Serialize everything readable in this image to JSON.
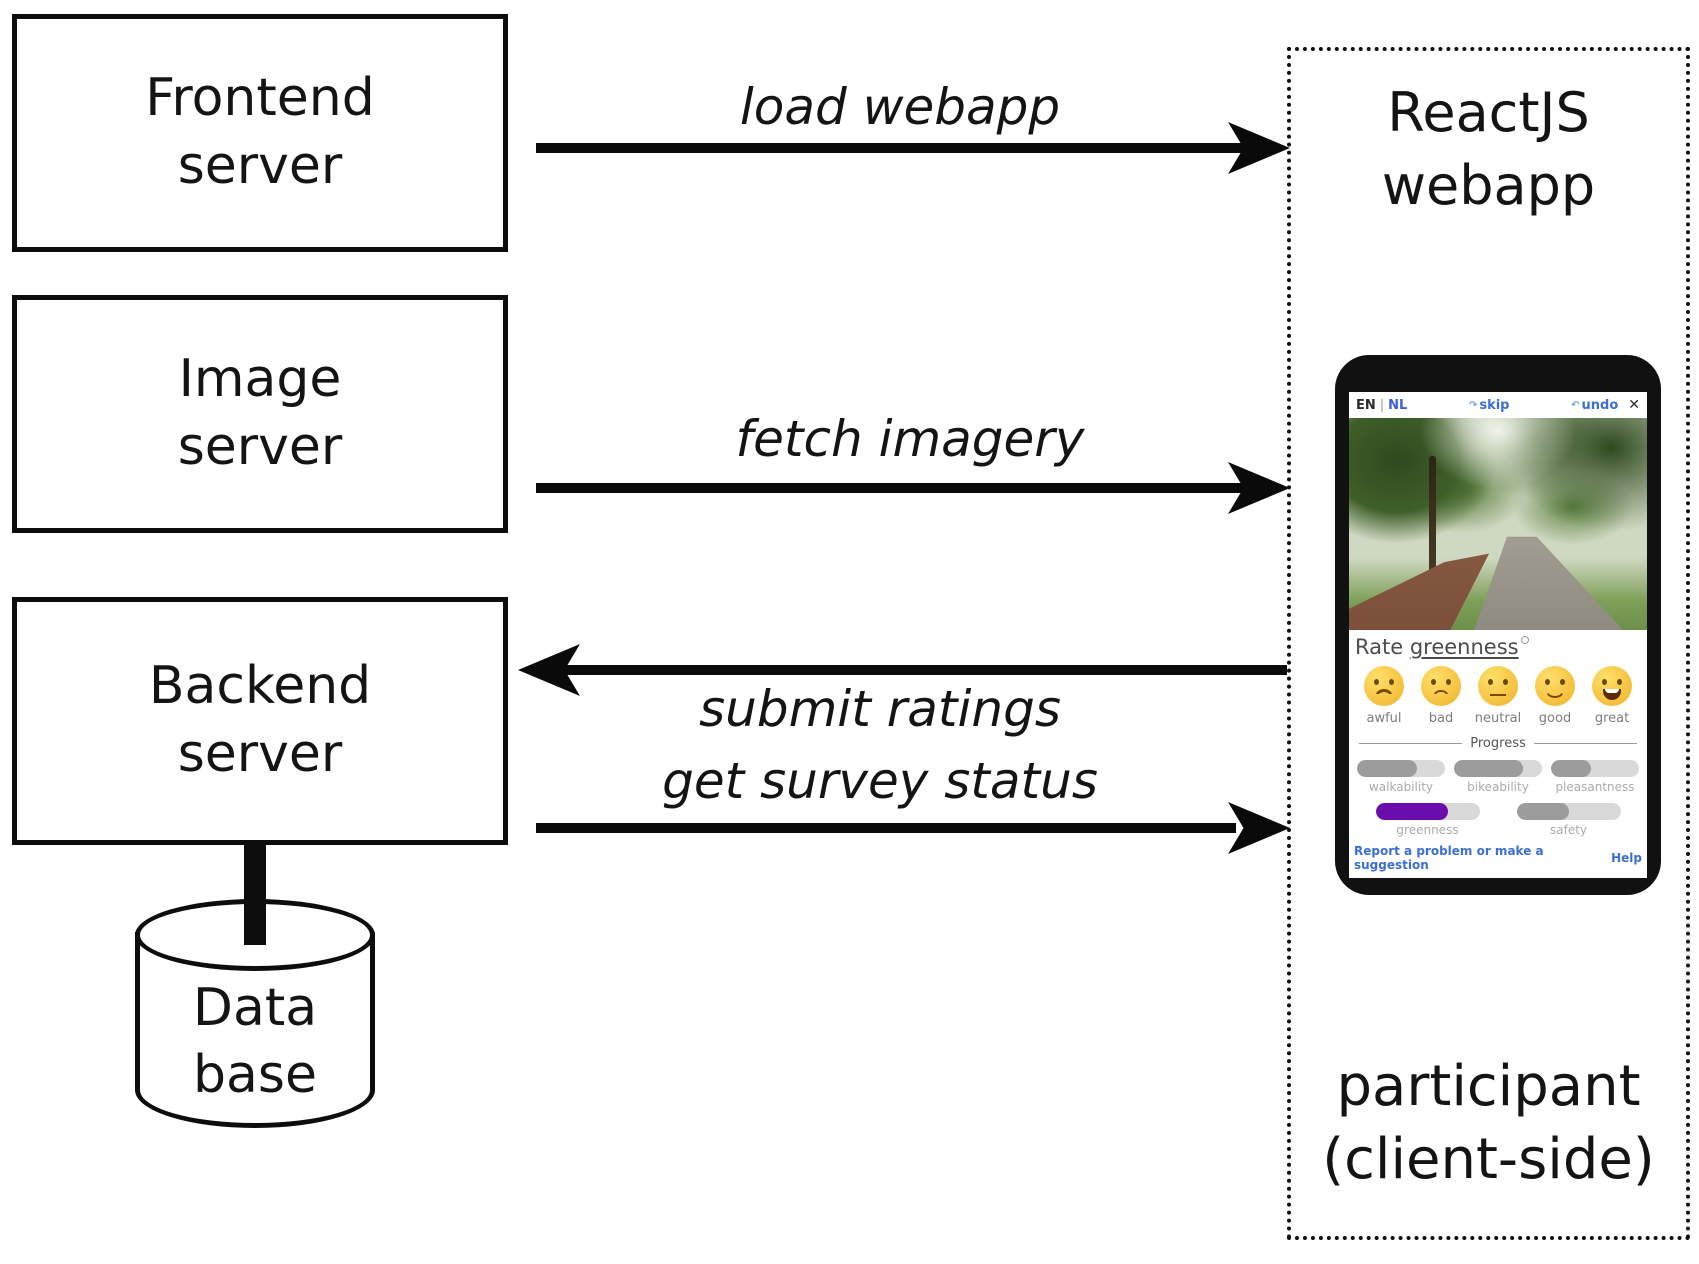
{
  "boxes": {
    "frontend": {
      "line1": "Frontend",
      "line2": "server"
    },
    "image": {
      "line1": "Image",
      "line2": "server"
    },
    "backend": {
      "line1": "Backend",
      "line2": "server"
    },
    "database": {
      "line1": "Data",
      "line2": "base"
    }
  },
  "flows": {
    "load_webapp": {
      "label": "load webapp",
      "direction": "right"
    },
    "fetch_imagery": {
      "label": "fetch imagery",
      "direction": "right"
    },
    "submit_ratings": {
      "label": "submit ratings",
      "direction": "left"
    },
    "get_survey_status": {
      "label": "get survey status",
      "direction": "right"
    }
  },
  "client_panel": {
    "title_line1": "ReactJS",
    "title_line2": "webapp",
    "caption_line1": "participant",
    "caption_line2": "(client-side)"
  },
  "phone": {
    "language_en": "EN",
    "language_divider": "|",
    "language_nl": "NL",
    "skip_icon_glyph": "↷",
    "skip_label": "skip",
    "undo_icon_glyph": "↶",
    "undo_label": "undo",
    "close_glyph": "✕",
    "rate_prefix": "Rate",
    "rate_attribute": "greenness",
    "ratings": [
      {
        "label": "awful"
      },
      {
        "label": "bad"
      },
      {
        "label": "neutral"
      },
      {
        "label": "good"
      },
      {
        "label": "great"
      }
    ],
    "progress_title": "Progress",
    "progress_bars": [
      {
        "label": "walkability",
        "percent": 68,
        "fill": "#9c9c9c"
      },
      {
        "label": "bikeability",
        "percent": 78,
        "fill": "#9c9c9c"
      },
      {
        "label": "pleasantness",
        "percent": 45,
        "fill": "#9c9c9c"
      },
      {
        "label": "greenness",
        "percent": 70,
        "fill": "#6a0dad"
      },
      {
        "label": "safety",
        "percent": 50,
        "fill": "#9c9c9c"
      }
    ],
    "report_link": "Report a problem or make a suggestion",
    "help_link": "Help"
  },
  "colors": {
    "accent_purple": "#6a0dad",
    "link_blue": "#3b6fd4",
    "bar_track_gray": "#d9d9d9",
    "bar_fill_gray": "#9c9c9c"
  }
}
